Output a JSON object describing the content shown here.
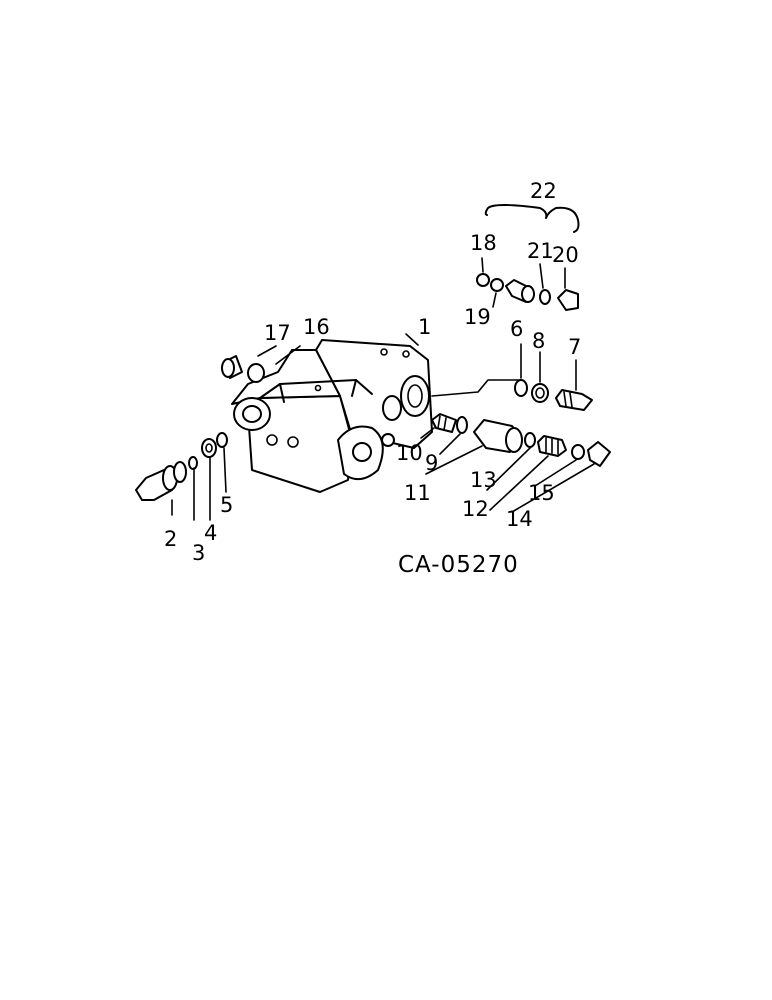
{
  "diagram": {
    "code": "CA-05270",
    "callouts": [
      "1",
      "2",
      "3",
      "4",
      "5",
      "6",
      "7",
      "8",
      "9",
      "10",
      "11",
      "12",
      "13",
      "14",
      "15",
      "16",
      "17",
      "18",
      "19",
      "20",
      "21",
      "22"
    ]
  }
}
